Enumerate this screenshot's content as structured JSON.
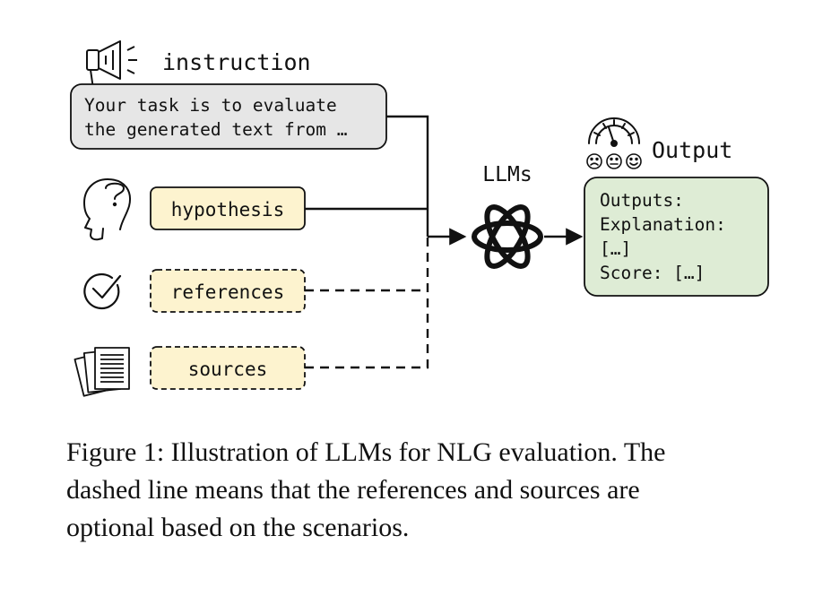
{
  "instruction": {
    "label": "instruction",
    "text_line1": "Your task is to evaluate",
    "text_line2": "the generated text from …"
  },
  "hypothesis": {
    "label": "hypothesis"
  },
  "references": {
    "label": "references"
  },
  "sources": {
    "label": "sources"
  },
  "llm": {
    "label": "LLMs"
  },
  "output": {
    "label": "Output",
    "line1": "Outputs:",
    "line2": "Explanation:",
    "line3": "[…]",
    "line4": "Score: […]"
  },
  "caption": {
    "line1": "Figure 1: Illustration of LLMs for NLG evaluation. The",
    "line2": "dashed line means that the references and sources are",
    "line3": "optional based on the scenarios."
  },
  "colors": {
    "instruction_fill": "#e6e6e6",
    "input_fill": "#fdf3cf",
    "output_fill": "#deecd5"
  },
  "icons": [
    "megaphone-icon",
    "head-question-icon",
    "checkmark-icon",
    "documents-icon",
    "llm-logo-icon",
    "gauge-icon",
    "faces-icon"
  ]
}
